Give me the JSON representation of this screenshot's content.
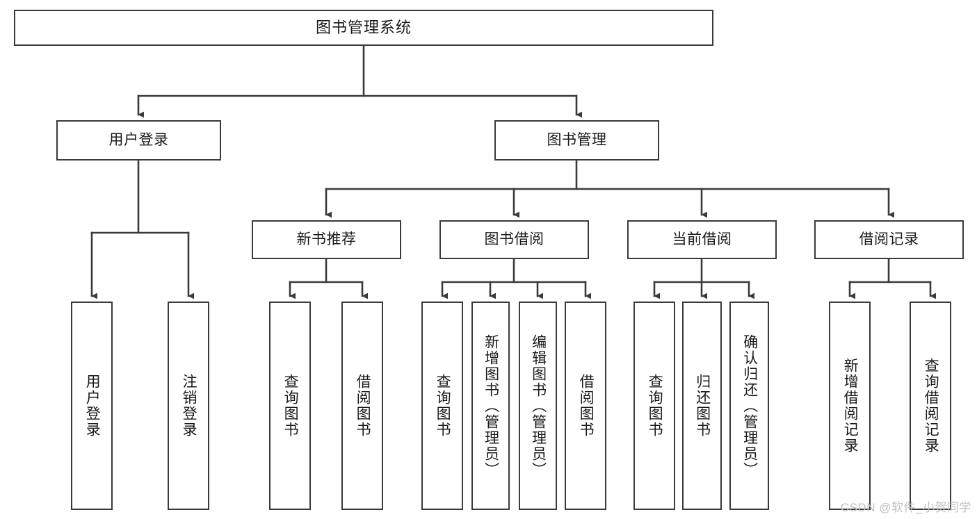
{
  "diagram": {
    "title": "图书管理系统",
    "type": "hierarchy-tree",
    "colors": {
      "box_border": "#3a3a3a",
      "box_fill": "#ffffff",
      "connector": "#3a3a3a",
      "text": "#1a1a1a",
      "watermark": "#c2c2c2"
    },
    "levels": {
      "root": {
        "label": "图书管理系统"
      },
      "level2": [
        {
          "id": "user-login",
          "label": "用户登录"
        },
        {
          "id": "book-management",
          "label": "图书管理"
        }
      ],
      "level3": [
        {
          "id": "new-book-recommend",
          "label": "新书推荐",
          "parent": "book-management"
        },
        {
          "id": "book-borrow",
          "label": "图书借阅",
          "parent": "book-management"
        },
        {
          "id": "current-borrow",
          "label": "当前借阅",
          "parent": "book-management"
        },
        {
          "id": "borrow-record",
          "label": "借阅记录",
          "parent": "book-management"
        }
      ],
      "leaves": [
        {
          "id": "leaf-user-login",
          "label": "用户登录",
          "parent": "user-login"
        },
        {
          "id": "leaf-logout",
          "label": "注销登录",
          "parent": "user-login"
        },
        {
          "id": "leaf-query-book-1",
          "label": "查询图书",
          "parent": "new-book-recommend"
        },
        {
          "id": "leaf-borrow-book-1",
          "label": "借阅图书",
          "parent": "new-book-recommend"
        },
        {
          "id": "leaf-query-book-2",
          "label": "查询图书",
          "parent": "book-borrow"
        },
        {
          "id": "leaf-add-book",
          "label": "新增图书（管理员）",
          "parent": "book-borrow"
        },
        {
          "id": "leaf-edit-book",
          "label": "编辑图书（管理员）",
          "parent": "book-borrow"
        },
        {
          "id": "leaf-borrow-book-2",
          "label": "借阅图书",
          "parent": "book-borrow"
        },
        {
          "id": "leaf-query-book-3",
          "label": "查询图书",
          "parent": "current-borrow"
        },
        {
          "id": "leaf-return-book",
          "label": "归还图书",
          "parent": "current-borrow"
        },
        {
          "id": "leaf-confirm-return",
          "label": "确认归还（管理员）",
          "parent": "current-borrow"
        },
        {
          "id": "leaf-add-record",
          "label": "新增借阅记录",
          "parent": "borrow-record"
        },
        {
          "id": "leaf-query-record",
          "label": "查询借阅记录",
          "parent": "borrow-record"
        }
      ]
    },
    "watermark": "CSDN @软件_小贺同学"
  }
}
